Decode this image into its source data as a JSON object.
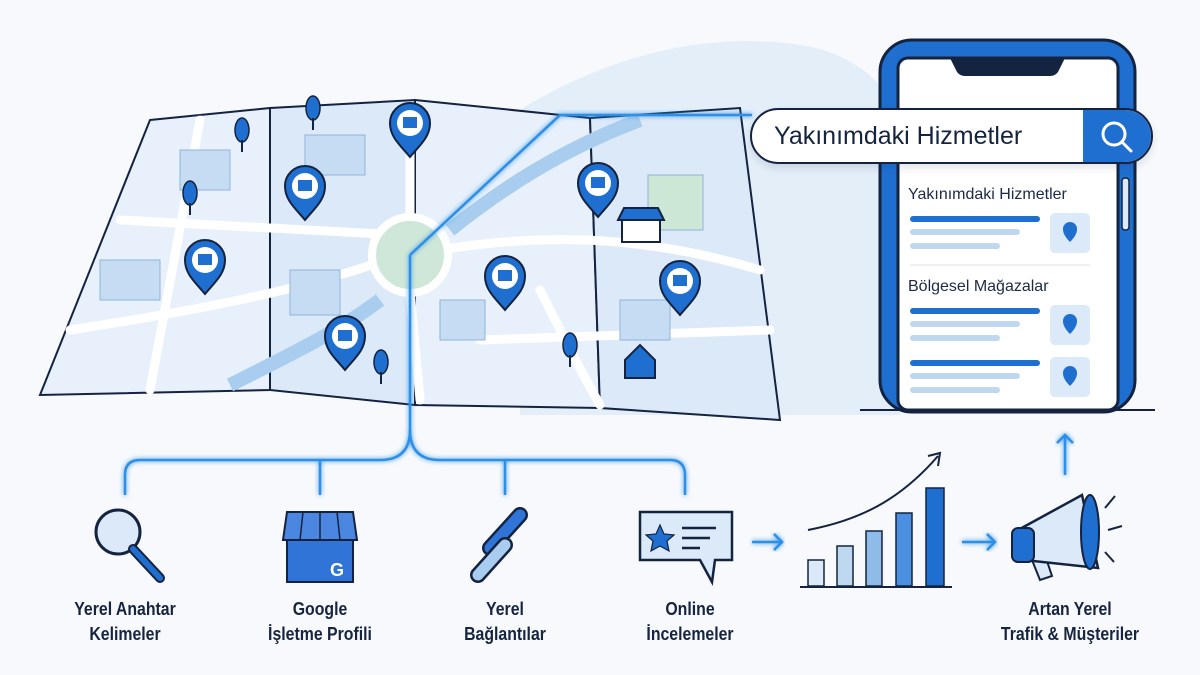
{
  "search": {
    "query": "Yakınımdaki Hizmetler",
    "icon": "search-icon"
  },
  "results": [
    {
      "title": "Yakınımdaki Hizmetler",
      "icon": "map-pin-icon"
    },
    {
      "title": "Bölgesel Mağazalar",
      "icon": "map-pin-icon"
    }
  ],
  "steps": [
    {
      "line1": "Yerel Anahtar",
      "line2": "Kelimeler",
      "icon": "magnifier-icon"
    },
    {
      "line1": "Google",
      "line2": "İşletme Profili",
      "icon": "storefront-icon"
    },
    {
      "line1": "Yerel",
      "line2": "Bağlantılar",
      "icon": "chain-link-icon"
    },
    {
      "line1": "Online",
      "line2": "İncelemeler",
      "icon": "review-bubble-icon"
    },
    {
      "line1": "Artan Yerel",
      "line2": "Trafik & Müşteriler",
      "icon": "megaphone-icon"
    }
  ],
  "storefront_letter": "G",
  "colors": {
    "accent": "#1f6fd0",
    "dark": "#14233f",
    "light": "#dbe9f8"
  }
}
